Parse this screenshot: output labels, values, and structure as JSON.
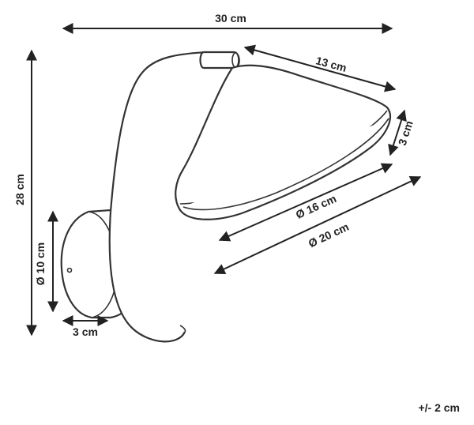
{
  "dimensions": {
    "width_top": "30 cm",
    "shade_length": "13 cm",
    "shade_height": "3 cm",
    "shade_inner_diameter": "Ø 16 cm",
    "shade_outer_diameter": "Ø 20 cm",
    "total_height": "28 cm",
    "base_diameter": "Ø 10 cm",
    "base_depth": "3 cm"
  },
  "tolerance": "+/- 2 cm"
}
